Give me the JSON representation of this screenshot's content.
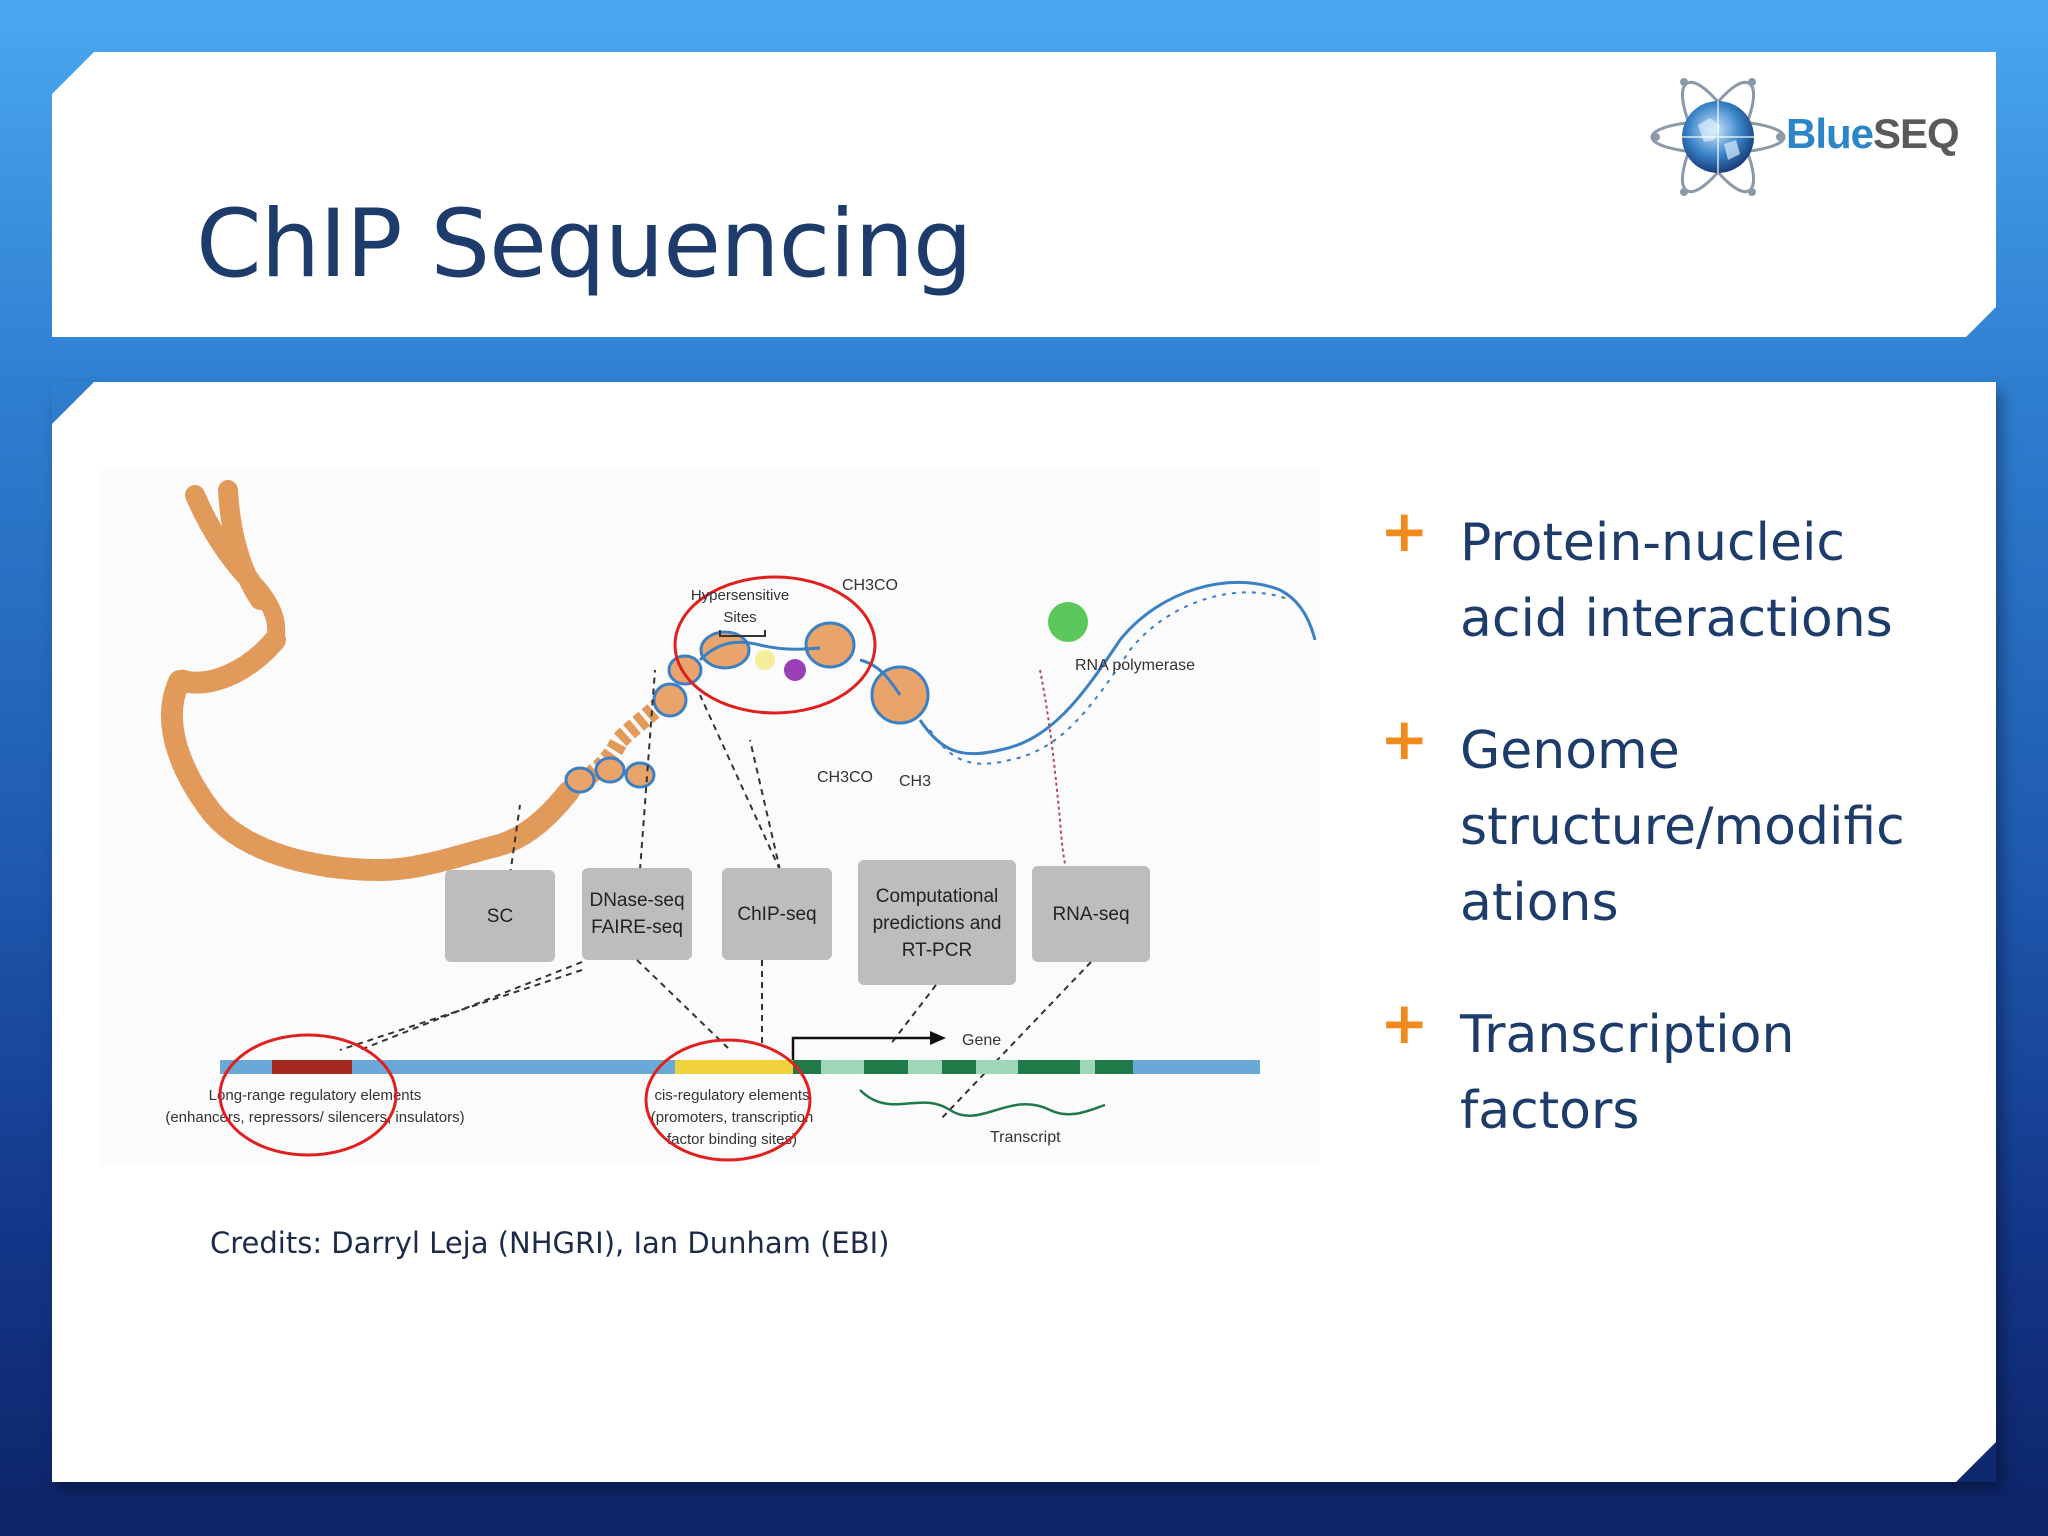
{
  "slide": {
    "title": "ChIP Sequencing",
    "credits": "Credits: Darryl Leja (NHGRI), Ian Dunham (EBI)"
  },
  "logo": {
    "text_blue": "Blue",
    "text_gray": "SEQ"
  },
  "bullets": [
    "Protein-nucleic\nacid interactions",
    "Genome\nstructure/modific\nations",
    "Transcription\nfactors"
  ],
  "bullet_symbol": "+",
  "diagram": {
    "hypersensitive_line1": "Hypersensitive",
    "hypersensitive_line2": "Sites",
    "ch3co_top": "CH3CO",
    "ch3co_mid": "CH3CO",
    "ch3": "CH3",
    "rna_polymerase": "RNA polymerase",
    "boxes": [
      {
        "line1": "SC",
        "line2": "",
        "line3": ""
      },
      {
        "line1": "DNase-seq",
        "line2": "FAIRE-seq",
        "line3": ""
      },
      {
        "line1": "ChIP-seq",
        "line2": "",
        "line3": ""
      },
      {
        "line1": "Computational",
        "line2": "predictions and",
        "line3": "RT-PCR"
      },
      {
        "line1": "RNA-seq",
        "line2": "",
        "line3": ""
      }
    ],
    "gene": "Gene",
    "transcript": "Transcript",
    "long_range_line1": "Long-range regulatory elements",
    "long_range_line2": "(enhancers, repressors/ silencers, insulators)",
    "cis_line1": "cis-regulatory elements",
    "cis_line2": "(promoters, transcription",
    "cis_line3": "factor binding sites)"
  },
  "colors": {
    "title": "#1d3c6b",
    "bullet_plus": "#f08a1c",
    "chromatin": "#e29a5a",
    "dna_blue": "#3b7fc4",
    "highlight_red": "#e02020"
  }
}
